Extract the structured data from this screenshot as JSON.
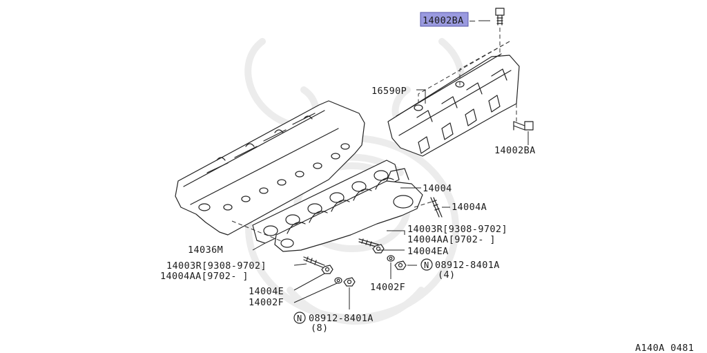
{
  "callouts": {
    "highlighted_part": "14002BA",
    "bolt_top_suffix": "—",
    "heat_shield": "16590P",
    "bolt_side": "14002BA",
    "exhaust_manifold": "14004",
    "stud_upper": "14004A",
    "stud_right_a": "14003R[9308-9702]",
    "stud_right_b": "14004AA[9702-      ]",
    "nut_right": "14004EA",
    "washer_right": "14002F",
    "n_symbol": "N",
    "nut_n_right": "08912-8401A",
    "nut_n_right_qty": "(4)",
    "gasket": "14036M",
    "stud_left_a": "14003R[9308-9702]",
    "stud_left_b": "14004AA[9702-      ]",
    "nut_left": "14004E",
    "washer_left": "14002F",
    "nut_n_left": "08912-8401A",
    "nut_n_left_qty": "(8)"
  },
  "diagram_code": "A140A 0481",
  "colors": {
    "highlight": "#9a9adf",
    "line": "#222222",
    "watermark": "#ececec"
  }
}
